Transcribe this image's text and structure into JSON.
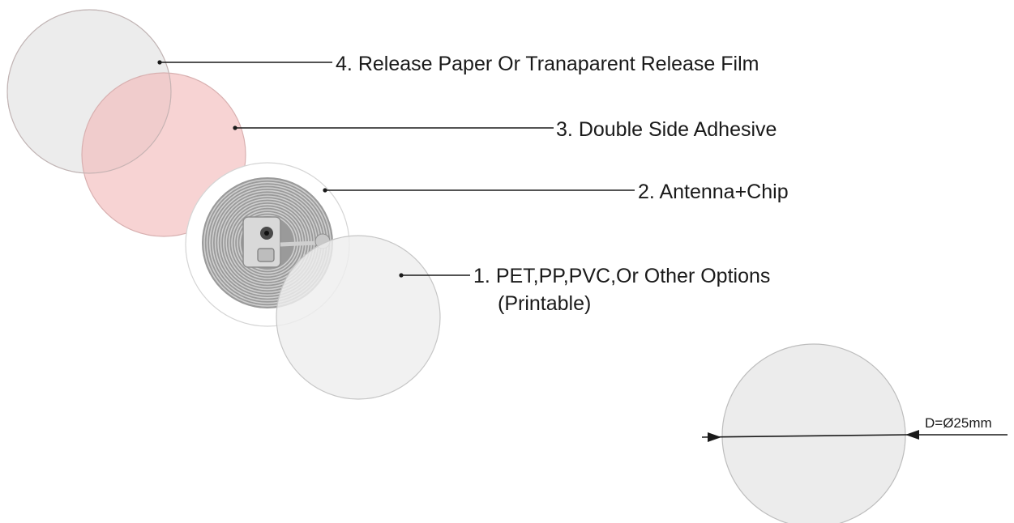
{
  "layers": [
    {
      "number": "4.",
      "text": "Release Paper Or Tranaparent Release Film",
      "fill": "#ececec"
    },
    {
      "number": "3.",
      "text": "Double Side Adhesive",
      "fill": "#f4c4c4"
    },
    {
      "number": "2.",
      "text": "Antenna+Chip",
      "fill": "#a8a8a8"
    },
    {
      "number": "1.",
      "text": "PET,PP,PVC,Or Other Options",
      "subtext": "(Printable)",
      "fill": "#f0f0f0"
    }
  ],
  "dimension": {
    "label": "D=Ø25mm"
  },
  "colors": {
    "leader_line": "#1a1a1a",
    "outline": "#bdbdbd",
    "text": "#1a1a1a"
  }
}
